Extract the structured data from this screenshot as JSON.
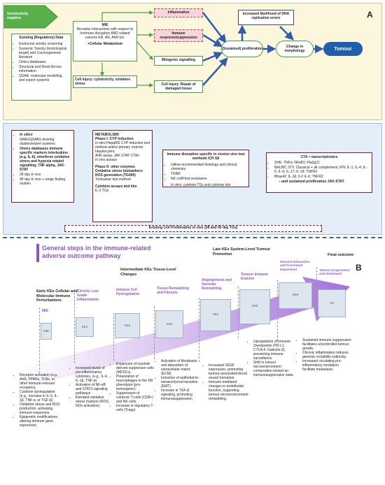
{
  "panelA": {
    "label": "A",
    "genotox": "Genotoxicity negative",
    "existing_title": "Existing (Regulatory) Data",
    "existing_items": [
      "Endocrine activity screening",
      "Systemic Toxicity (toxicological target) and Carcinogenesis literature",
      "Omics databases",
      "Structural and Read Across information",
      "QSAR, molecular modelling, and expert systems"
    ],
    "mie_title": "MIE",
    "mie_text": "Receptor interactions with respect to hormone disruption AND related cancers ER, AR, AhR etc.",
    "mie_sub": "+Cellular Metabolism",
    "cell_injury": "Cell injury: cytotoxicity, oxidative stress",
    "inflammation": "Inflammation",
    "immune": "Immune response/suppression",
    "mitogenic": "Mitogenic signalling",
    "repair": "Cell injury: Repair of damaged tissue",
    "sustained": "(Sustained) proliferation",
    "dna": "Increased likelihood of DNA replication errors",
    "morphology": "Change in morphology",
    "tumour": "Tumour",
    "insilico_title": "In silico",
    "insilico_lines": [
      "SARs/QSARs docking studies/expert systems",
      "Omics databases immune specific markers interleukins (e.g. IL-6), interferon oxidative stress and hypoxia related signalling; TNF alpha, JAK-STAT",
      "28 day in vivo",
      "90 day in vivo + range finding studies"
    ],
    "metab_title": "METABOLISM:",
    "metab_p1": "Phase I: CYP induction",
    "metab_l1": "in vitro HepaRG CYP induction test method and/or primary rodents hepatocytes;",
    "metab_l2": "AhR assay, JAK-STAT CTAs",
    "metab_l3": "in vivo assays",
    "metab_p2": "Phase II: other enzymes",
    "metab_p3": "Oxidative stress biomarkers:",
    "metab_p4": "ROS generation (TG495)",
    "metab_l4": "Toxtracker test method",
    "metab_p5": "Cytokine assays and kits",
    "metab_l5": "IL-2 TGs",
    "immune_title": "Immune disruption specific in vivo/ex vivo test methods ICH S8",
    "immune_items": [
      "Utilise recommended histology and clinical chemistry",
      "TDAR",
      "NK cell/Host resistance"
    ],
    "immune_vitro": "In vitro: cytokine TGs and cytokine kits",
    "cta_title": "CTA + transcriptomics",
    "cta_items": [
      "SHE: TNFα; NFκB1; Pla2g21",
      "BALB/C 3T3: Classical + alt complement; IFN; IL-1; IL-4; IL-6; IL-9; IL-17; IL-18; TNFR2",
      "Bhas42: IL-1β; Il-2 IL-6; TNFR2"
    ],
    "cta_extra": "– and sustained proliferation JAK-STAT",
    "existing_prolif": "Existing Cell Proliferation in vivo (28 and 90 day TGs)"
  },
  "panelB": {
    "label": "B",
    "title": "General steps in the immune-related adverse outcome pathway",
    "final_outcome": "Final outcome",
    "stages": [
      {
        "header": "Early KEs Cellular and Molecular Immune Perturbations",
        "lilac": "MIE",
        "box": "MIE"
      },
      {
        "header": "",
        "lilac": "Chronic Low-Grade Inflammation",
        "box": "KE1"
      },
      {
        "header": "Intermediate KEs Tissue-Level Changes",
        "lilac": "Immune Cell Dysregulation",
        "box": "KE2"
      },
      {
        "header": "",
        "lilac": "Tissue Remodeling and Fibrosis",
        "box": "KE3"
      },
      {
        "header": "",
        "lilac": "Angiogenesis and Vascular Remodeling",
        "box": "KE4"
      },
      {
        "header": "Late KEs System-Level Tumour Promotion",
        "lilac": "Tumour Immune Evasion",
        "box": "KE5"
      },
      {
        "header": "",
        "lilac": "Immune Exhaustion and Functional Impairment",
        "box": "KE6"
      },
      {
        "header": "",
        "lilac": "Tumour progression and metastasis",
        "box": "AO"
      }
    ],
    "desc": [
      {
        "items": [
          "Receptor activation (e.g., AhR, PPARs, TLRs, or other immune-relevant receptors).",
          "Cytokine dysregulation (e.g., increase in IL-6, IL-1β, TNF-α, or TGF-β).",
          "Oxidative stress and ROS production, activating immune responses.",
          "Epigenetic modifications, altering immune gene expression."
        ]
      },
      {
        "items": [
          "Increased levels of pro-inflammatory cytokines, (e.g., IL-6, IL-1β, TNF-α).",
          "Activation of NF-κB and STAT3 signaling pathways.",
          "Elevated oxidative stress markers (ROS, NOx activation)."
        ]
      },
      {
        "items": [
          "Expansion of myeloid-derived suppressor cells (MDSCs).",
          "Polarization of macrophages to the M2 phenotype (pro-tumorigenic).",
          "Suppression of cytotoxic T-cells (CD8+) and NK cells.",
          "Increase in regulatory T-cells (Tregs)"
        ]
      },
      {
        "items": [
          "Activation of fibroblasts and deposition of extracellular matrix (ECM).",
          "Induction of epithelial-to-mesenchymal transition (EMT).",
          "Increase in TGF-β signaling, promoting immunosuppression"
        ]
      },
      {
        "items": [
          "Increased VEGF expression, promoting tumour-associated blood vessel formation.",
          "Immune-mediated changes in endothelial function, supporting tumour microenvironment remodeling."
        ]
      },
      {
        "items": [
          "Upregulation of immune checkpoints (PD-L1, CTLA-4, Galectin-9), preventing immune surveillance.",
          "Shift in tumour microenvironment composition toward an immunosuppressive state."
        ]
      },
      {
        "items": [
          "Sustained immune suppression facilitates uncontrolled tumour growth.",
          "Chronic inflammation induces genomic instability indirectly.",
          "Increased circulating pro-inflammatory mediators facilitate metastasis"
        ]
      }
    ]
  }
}
